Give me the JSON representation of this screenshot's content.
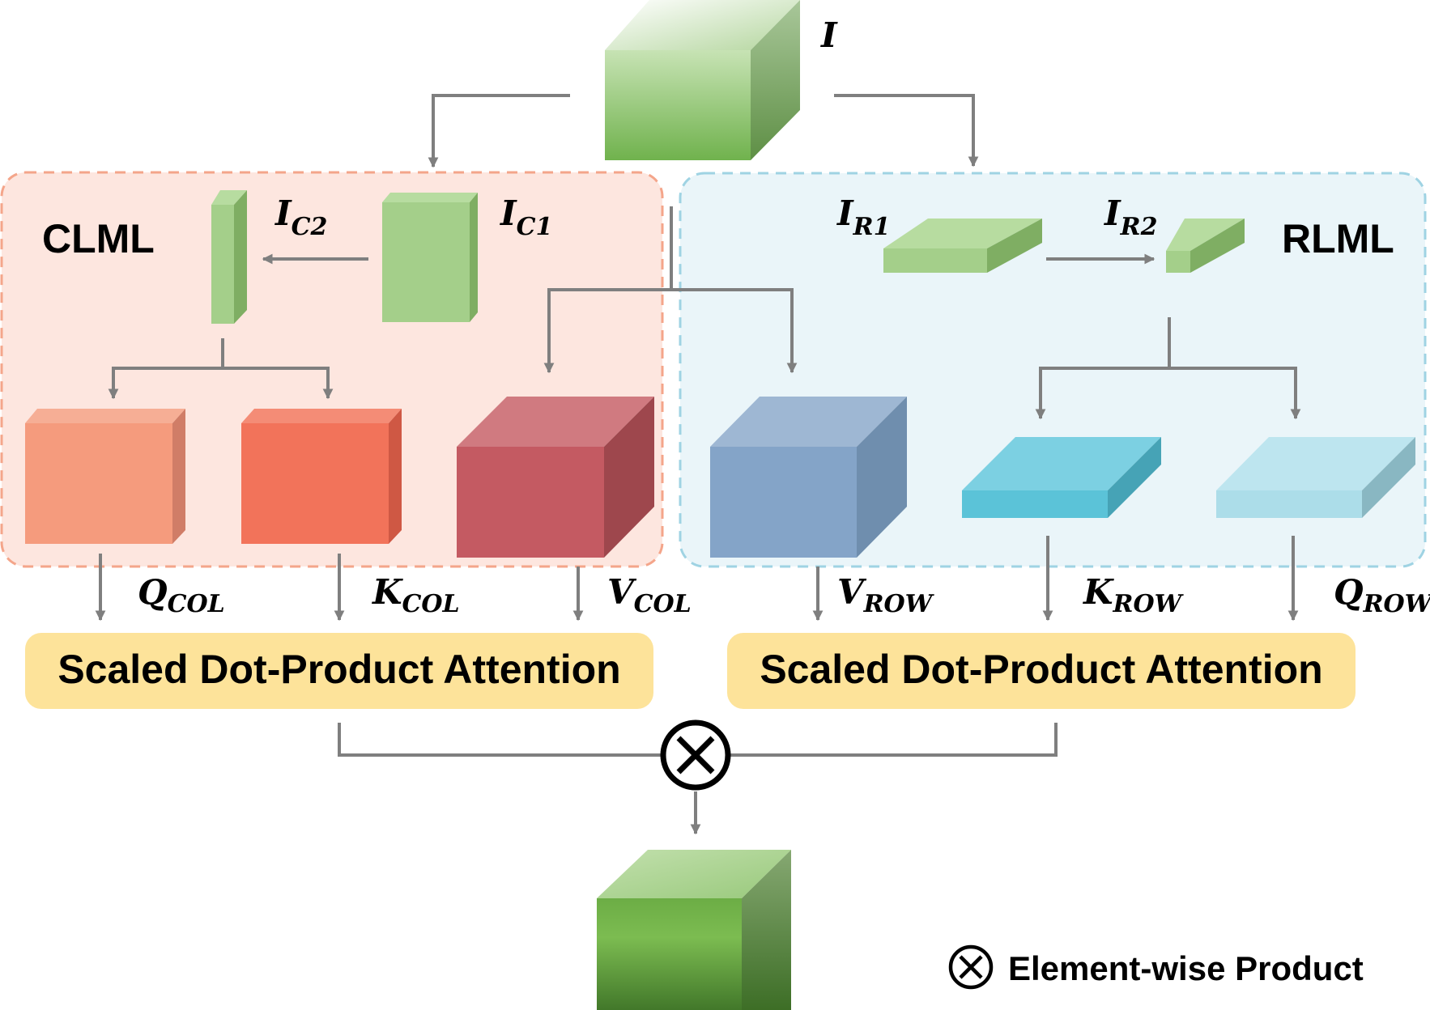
{
  "input": {
    "label": "I"
  },
  "clml": {
    "title": "CLML",
    "ic1": {
      "base": "I",
      "sub": "C1"
    },
    "ic2": {
      "base": "I",
      "sub": "C2"
    },
    "q": {
      "base": "Q",
      "sub": "COL"
    },
    "k": {
      "base": "K",
      "sub": "COL"
    },
    "v": {
      "base": "V",
      "sub": "COL"
    },
    "attention_label": "Scaled Dot-Product Attention"
  },
  "rlml": {
    "title": "RLML",
    "ir1": {
      "base": "I",
      "sub": "R1"
    },
    "ir2": {
      "base": "I",
      "sub": "R2"
    },
    "q": {
      "base": "Q",
      "sub": "ROW"
    },
    "k": {
      "base": "K",
      "sub": "ROW"
    },
    "v": {
      "base": "V",
      "sub": "ROW"
    },
    "attention_label": "Scaled Dot-Product Attention"
  },
  "operator": {
    "symbol": "×"
  },
  "legend": {
    "label": "Element-wise Product"
  },
  "colors": {
    "arrow": "#7f7f7f",
    "clml_bg": "#fde6df",
    "clml_border": "#f4a58a",
    "rlml_bg": "#eaf5f9",
    "rlml_border": "#9fd3e3",
    "attention_bg": "#fde39a",
    "q_col": "#f59b7d",
    "k_col": "#f2735a",
    "v_col": "#c45a62",
    "v_row": "#84a4c8",
    "k_row": "#5bc3d8",
    "q_row": "#acdde9",
    "green": "#a4cf8a"
  }
}
